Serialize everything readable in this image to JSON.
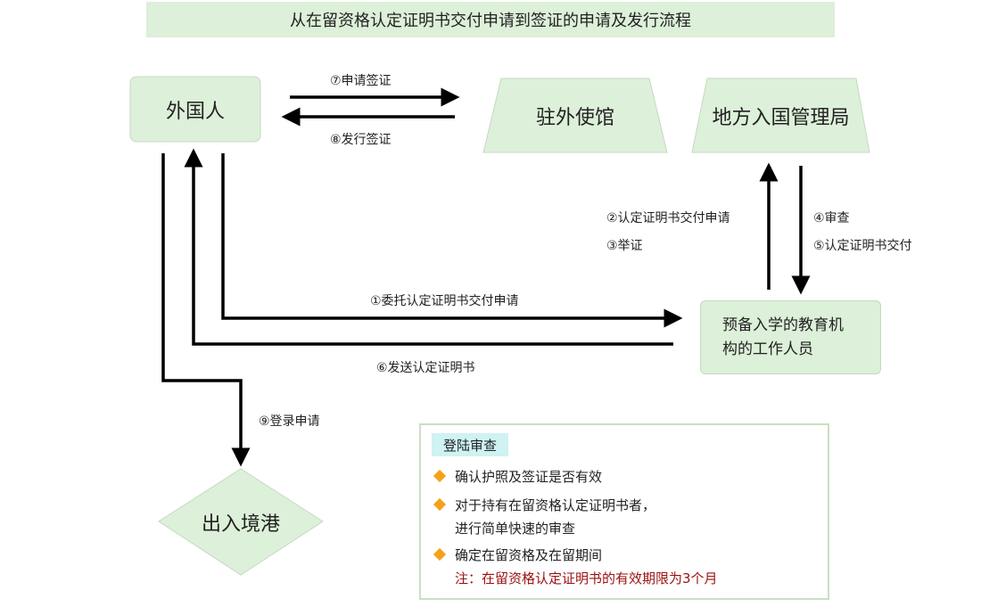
{
  "title": "从在留资格认定证明书交付申请到签证的申请及发行流程",
  "nodes": {
    "foreigner": "外国人",
    "embassy": "驻外使馆",
    "immigration": "地方入国管理局",
    "staff": [
      "预备入学的教育机",
      "构的工作人员"
    ],
    "port": "出入境港"
  },
  "steps": {
    "s1": "①委托认定证明书交付申请",
    "s2": "②认定证明书交付申请",
    "s3": "③举证",
    "s4": "④审查",
    "s5": "⑤认定证明书交付",
    "s6": "⑥发送认定证明书",
    "s7": "⑦申请签证",
    "s8": "⑧发行签证",
    "s9": "⑨登录申请"
  },
  "registration": {
    "heading": "登陆审查",
    "items": [
      [
        "确认护照及签证是否有效"
      ],
      [
        "对于持有在留资格认定证明书者，",
        "进行简单快速的审查"
      ],
      [
        "确定在留资格及在留期间"
      ]
    ],
    "note": "注：在留资格认定证明书的有效期限为3个月"
  },
  "colors": {
    "node_fill": "#ddf0d9",
    "title_fill": "#ddf0d9",
    "heading_fill": "#cff2f2",
    "bullet": "#f5a21b",
    "note_text": "#9b1111"
  }
}
